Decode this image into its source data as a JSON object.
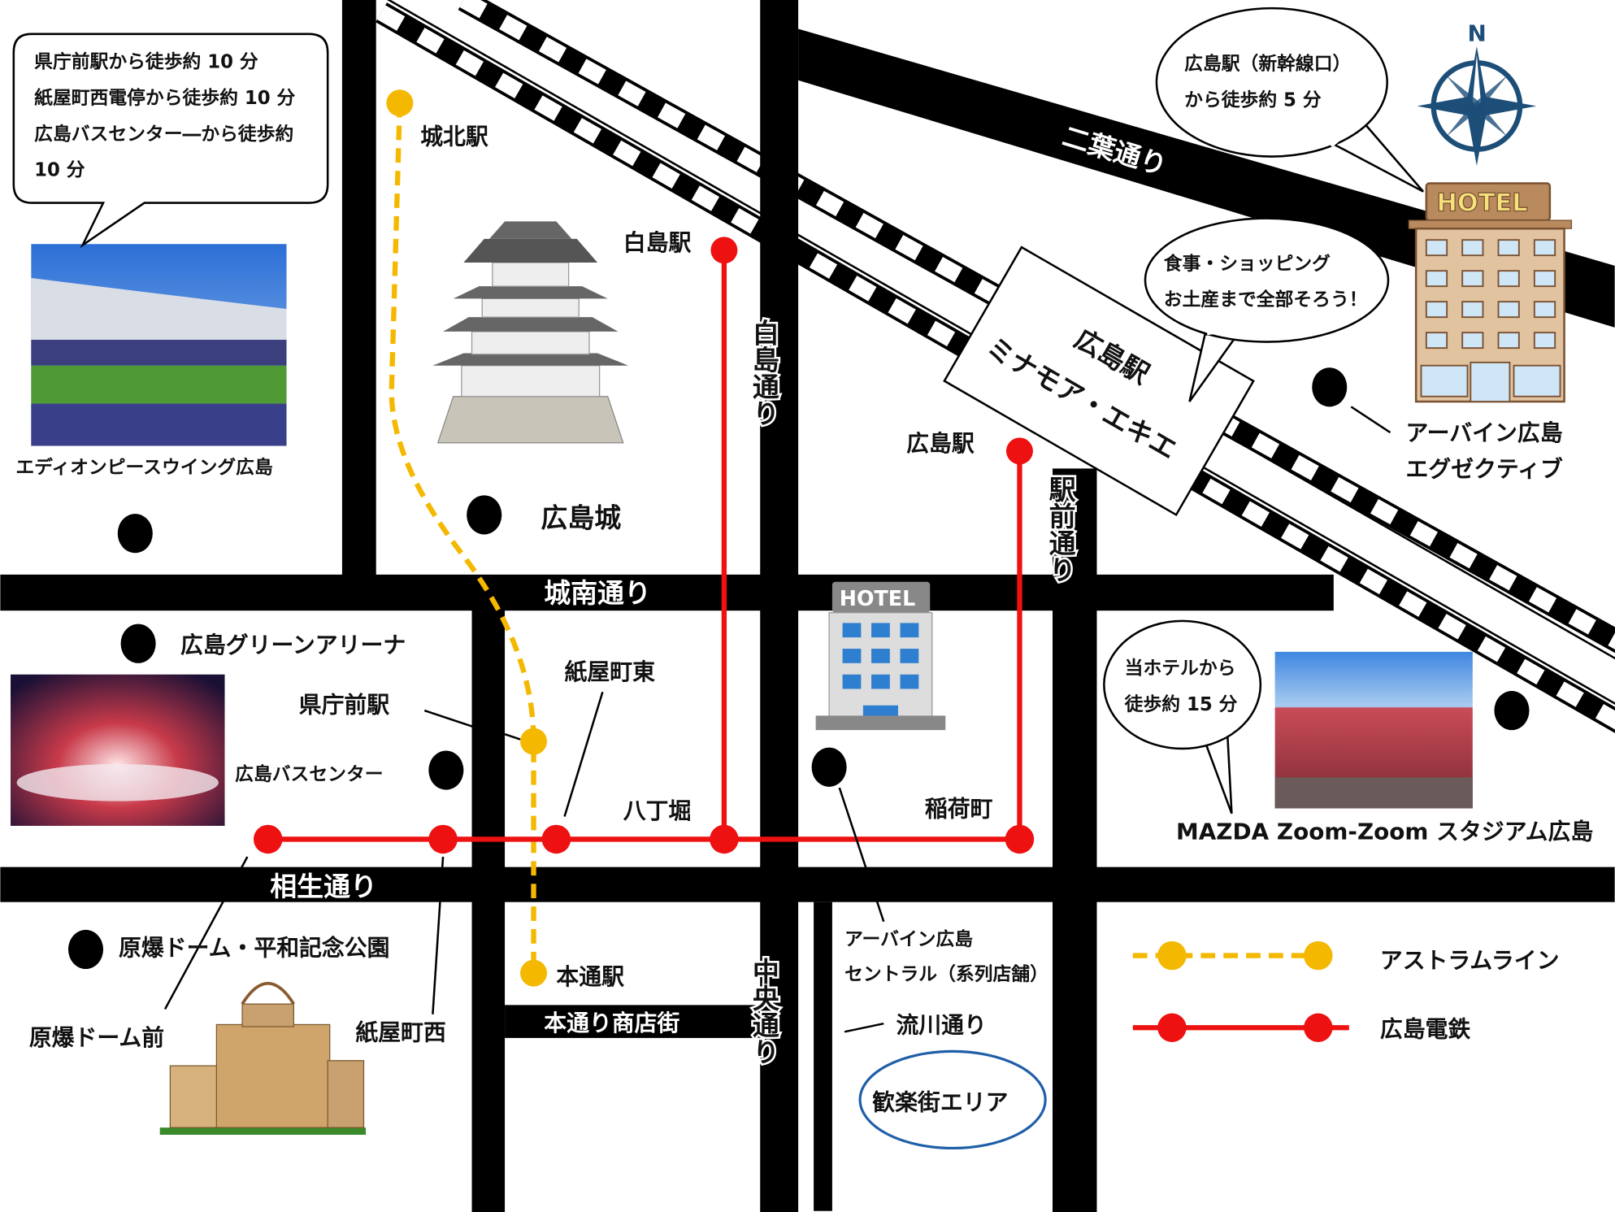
{
  "roads": {
    "futaba": "二葉通り",
    "jonan": "城南通り",
    "aioi": "相生通り",
    "hondori_shotengai": "本通り商店街",
    "hakushima": "白島通り",
    "chuo": "中央通り",
    "ekimae": "駅前通り",
    "nagarekawa": "流川通り"
  },
  "stations": {
    "johoku": "城北駅",
    "kenchomae": "県庁前駅",
    "hondori": "本通駅",
    "hakushima": "白島駅",
    "hiroshima_tram": "広島駅",
    "kamiyacho_higashi": "紙屋町東",
    "hatchobori": "八丁堀",
    "inaricho": "稲荷町",
    "genbaku_domemae": "原爆ドーム前",
    "kamiyacho_nishi": "紙屋町西",
    "bus_center": "広島バスセンター"
  },
  "station_building": {
    "line1": "広島駅",
    "line2": "ミナモア・エキエ"
  },
  "landmarks": {
    "edion": "エディオンピースウイング広島",
    "castle": "広島城",
    "green_arena": "広島グリーンアリーナ",
    "dome_park": "原爆ドーム・平和記念公園",
    "urbain_central_1": "アーバイン広島",
    "urbain_central_2": "セントラル（系列店舗）",
    "urbain_exec_1": "アーバイン広島",
    "urbain_exec_2": "エグゼクティブ",
    "mazda": "MAZDA Zoom-Zoom スタジアム広島",
    "entertainment": "歓楽街エリア"
  },
  "callouts": {
    "top_left": [
      "県庁前駅から徒歩約 10 分",
      "紙屋町西電停から徒歩約 10 分",
      "広島バスセンター―から徒歩約",
      "10 分"
    ],
    "station_walk": [
      "広島駅（新幹線口）",
      "から徒歩約 5 分"
    ],
    "shopping": [
      "食事・ショッピング",
      "お土産まで全部そろう！"
    ],
    "stadium_walk": [
      "当ホテルから",
      "徒歩約 15 分"
    ]
  },
  "hotel_sign": "HOTEL",
  "compass_label": "N",
  "legend": [
    {
      "label": "アストラムライン",
      "color": "#f5b800",
      "style": "dashed"
    },
    {
      "label": "広島電鉄",
      "color": "#ee1111",
      "style": "solid"
    }
  ],
  "colors": {
    "road": "#000000",
    "tram": "#ee1111",
    "astram": "#f5b800",
    "compass": "#1d4e78",
    "entertainment_outline": "#1f5fa8"
  }
}
